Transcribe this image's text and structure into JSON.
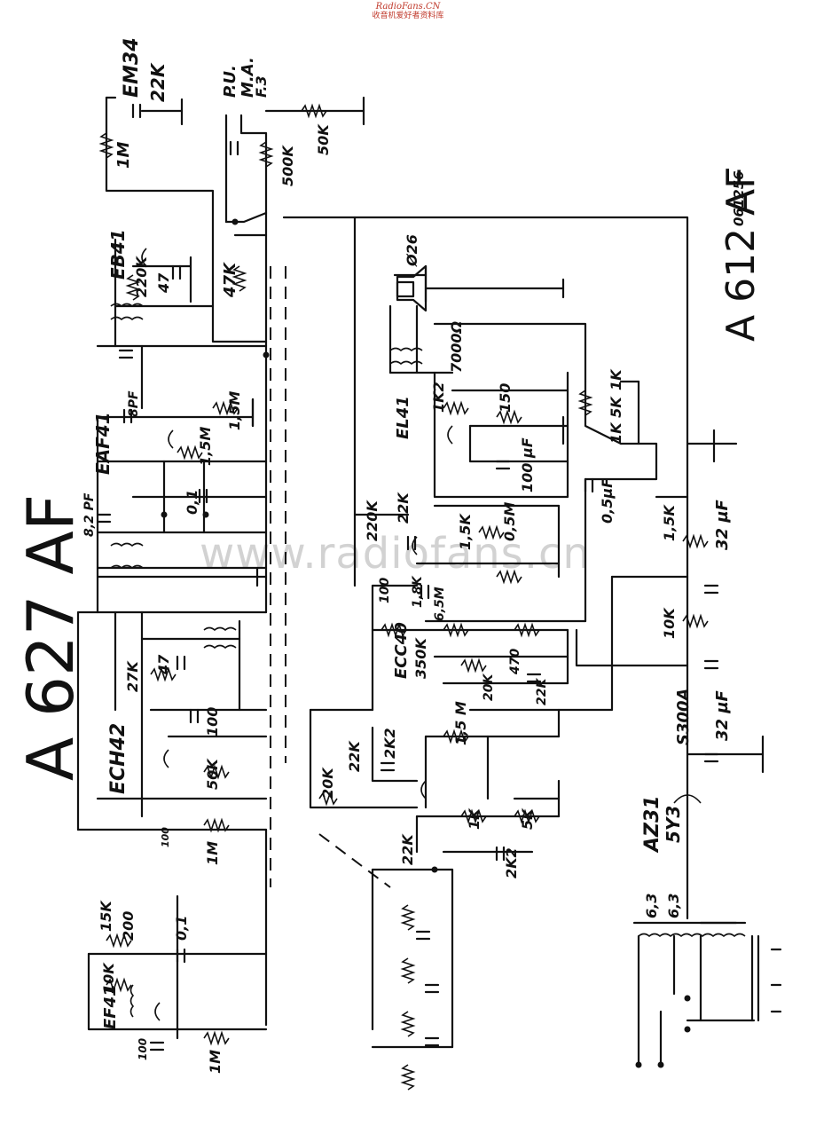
{
  "header": {
    "site": "RadioFans.CN",
    "subtitle": "收音机爱好者资料库"
  },
  "watermark": "www.radiofans.cn",
  "title": {
    "model_left": "A 627 AF",
    "model_right": "A 612 AF",
    "date": "061256"
  },
  "tubes": {
    "em34": "EM34",
    "eb41": "EB41",
    "eaf41": "EAF41",
    "ech42": "ECH42",
    "ef41": "EF41",
    "ecc40": "ECC40",
    "el41": "EL41",
    "az31": "AZ31",
    "tube_5y3": "5Y3",
    "s300a": "S300A"
  },
  "inputs": {
    "pu": "P.U.",
    "ma": "M.A.",
    "f3": "F.3"
  },
  "components": {
    "c_22k_em34": "22K",
    "r_1m_em34": "1M",
    "r_500k": "500K",
    "r_50k_top": "50K",
    "r_220k_eb41": "220K",
    "c_47_eb41": "47",
    "r_47k": "47K",
    "c_8pf": "8PF",
    "r_1_5m_a": "1,5M",
    "r_1_5m_b": "1,5M",
    "c_8_2pf": "8,2 PF",
    "c_0_1_a": "0,1",
    "r_27k": "27K",
    "c_47_ech": "47",
    "c_100_ech": "100",
    "r_50k_ech": "50K",
    "r_1m_a": "1M",
    "c_100_b": "100",
    "r_15k": "15K",
    "c_200": "200",
    "c_0_1_b": "0,1",
    "r_10k": "10K",
    "c_100_c": "100",
    "r_1m_b": "1M",
    "speaker": "Ø26",
    "z_7000": "7000Ω",
    "r_1k2": "1K2",
    "r_150": "150",
    "c_100uf": "100 µF",
    "r_1k_a": "1K",
    "r_1k_5k": "1K 5K",
    "c_0_05uf": "0,5µF",
    "r_220k_b": "220K",
    "c_22k_a": "22K",
    "r_1_5k_a": "1,5K",
    "r_0_5m": "0,5M",
    "c_100_d": "100",
    "r_1_8k": "1,8K",
    "r_6_5m": "6,5M",
    "r_350k": "350K",
    "r_20k_a": "20K",
    "c_470": "470",
    "c_22k_b": "22K",
    "r_1_5k_b": "1,5K",
    "c_32uf_a": "32 µF",
    "r_10k_b": "10K",
    "c_32uf_b": "32 µF",
    "r_20k_b": "20K",
    "c_22k_c": "22K",
    "c_2k2_a": "2K2",
    "r_1_5m_c": "1,5 M",
    "r_1k_b": "1K",
    "r_5k": "5K",
    "c_2k2_b": "2K2",
    "c_22k_d": "22K",
    "heater_1": "6,3",
    "heater_2": "6,3"
  }
}
